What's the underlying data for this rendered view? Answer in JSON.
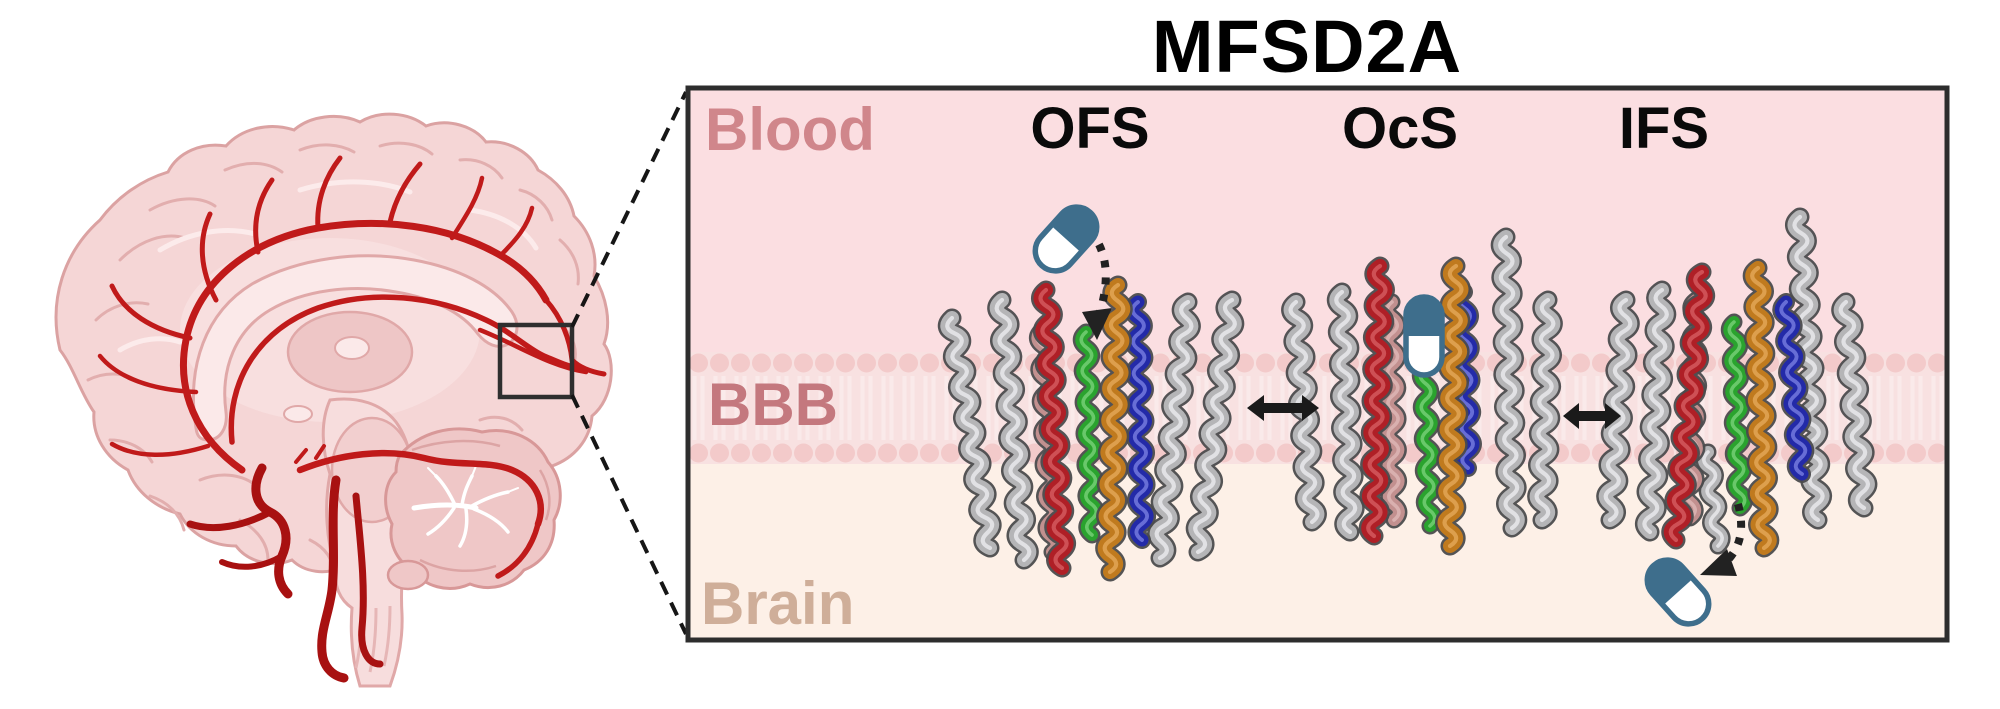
{
  "figure": {
    "title": "MFSD2A",
    "compartments": {
      "blood": "Blood",
      "membrane": "BBB",
      "brain": "Brain"
    },
    "states": [
      {
        "id": "ofs",
        "label": "OFS"
      },
      {
        "id": "ocs",
        "label": "OcS"
      },
      {
        "id": "ifs",
        "label": "IFS"
      }
    ],
    "icons": [
      "brain-sagittal-illustration",
      "zoom-box",
      "zoom-connector-lines",
      "drug-capsule-icon",
      "equilibrium-arrow-icon",
      "dashed-drug-path-arrow-icon",
      "lipid-bilayer"
    ]
  },
  "colors": {
    "blood_bg": "#fbdee1",
    "membrane_bg": "#f8e1e1",
    "lipid_head": "#f3caca",
    "lipid_tail": "#faeaea",
    "brain_bg": "#fdf0e7",
    "panel_border": "#2d2d2d",
    "label_blood": "#d0868b",
    "label_bbb": "#c4787e",
    "label_brain": "#cfae99",
    "state_label": "#0a0a0a",
    "title": "#000000",
    "capsule_blue": "#3e6e8c",
    "arrow_black": "#1a1a1a",
    "helix_gray": "#b5b5b7",
    "helix_red": "#af1f26",
    "helix_orange": "#c07a1e",
    "helix_green": "#2aa32e",
    "helix_blue": "#232aa8",
    "helix_rose": "#c2908f",
    "artery_red": "#c01a1a",
    "brain_fill": "#f5d6d6"
  }
}
